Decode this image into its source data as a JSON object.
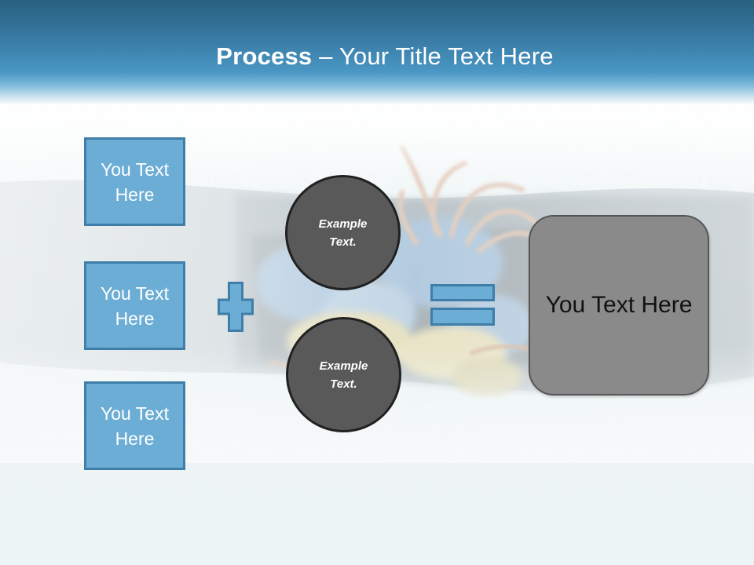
{
  "header": {
    "title_bold": "Process",
    "title_rest": "– Your Title Text Here"
  },
  "left_boxes": [
    {
      "label": "You Text Here"
    },
    {
      "label": "You Text Here"
    },
    {
      "label": "You Text Here"
    }
  ],
  "operators": {
    "plus": "plus-sign",
    "equals": "equals-sign"
  },
  "circles": [
    {
      "label": "Example Text."
    },
    {
      "label": "Example Text."
    }
  ],
  "result_box": {
    "label": "You Text Here"
  },
  "background": {
    "description": "faded photo of a black cable with stripped copper, blue and yellow wires"
  },
  "colors": {
    "header_top": "#28617f",
    "header_mid": "#4a97c3",
    "shape_blue_fill": "#6badd5",
    "shape_blue_border": "#3e7ea8",
    "circle_fill": "#595959",
    "circle_border": "#212121",
    "result_fill": "#8a8a8a",
    "result_border": "#565656",
    "title_text": "#ffffff",
    "box_text": "#ffffff",
    "result_text": "#111111",
    "page_bg": "#edf4f5"
  }
}
